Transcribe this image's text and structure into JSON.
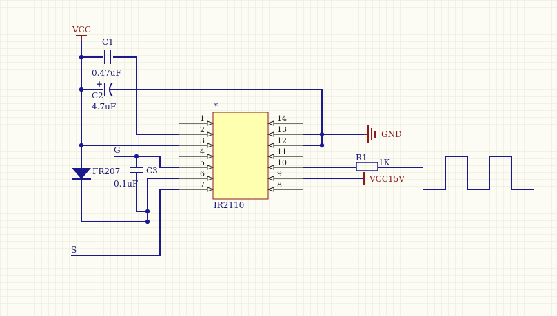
{
  "labels": {
    "vcc": "VCC",
    "c1_ref": "C1",
    "c1_value": "0.47uF",
    "c2_ref": "C2",
    "c2_value": "4.7uF",
    "c2_plus": "+",
    "diode_ref": "FR207",
    "g_net": "G",
    "c3_ref": "C3",
    "c3_value": "0.1uF",
    "s_net": "S",
    "ic_name": "IR2110",
    "ic_marker": "*",
    "r1_ref": "R1",
    "r1_value": "1K",
    "gnd": "GND",
    "vcc15v": "VCC15V"
  },
  "ic_pins_left": [
    "1",
    "2",
    "3",
    "4",
    "5",
    "6",
    "7"
  ],
  "ic_pins_right": [
    "14",
    "13",
    "12",
    "11",
    "10",
    "9",
    "8"
  ],
  "colors": {
    "wire": "#1a1a8c",
    "ic_fill": "#ffffb0",
    "ic_border": "#8b1a1a",
    "power_symbol": "#8b1a1a",
    "grid": "#e6e6d8",
    "background": "#fcfcf4"
  }
}
